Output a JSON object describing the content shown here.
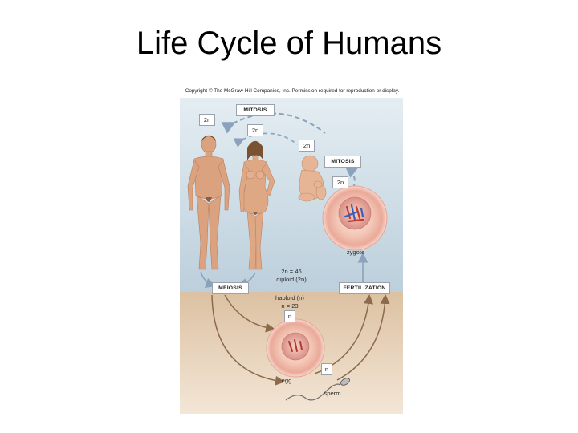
{
  "slide": {
    "title": "Life Cycle of Humans"
  },
  "figure": {
    "copyright": "Copyright © The McGraw-Hill Companies, Inc. Permission required for reproduction or display.",
    "labels": {
      "mitosis_top": "MITOSIS",
      "mitosis_right": "MITOSIS",
      "meiosis": "MEIOSIS",
      "fertilization": "FERTILIZATION",
      "ploidy_man": "2n",
      "ploidy_woman": "2n",
      "ploidy_baby": "2n",
      "ploidy_zygote": "2n",
      "ploidy_egg": "n",
      "ploidy_sperm": "n",
      "diploid_count": "2n = 46",
      "diploid_text": "diploid (2n)",
      "haploid_text": "haploid (n)",
      "haploid_count": "n = 23",
      "zygote": "zygote",
      "egg": "egg",
      "sperm": "sperm"
    },
    "colors": {
      "upper_panel": "#cfdde6",
      "lower_panel": "#e3cdb0",
      "arrow": "#8aa2bb",
      "lower_arrow": "#8d6a4c",
      "cell": "#f2c2b2",
      "skin": "#dba27f"
    }
  }
}
